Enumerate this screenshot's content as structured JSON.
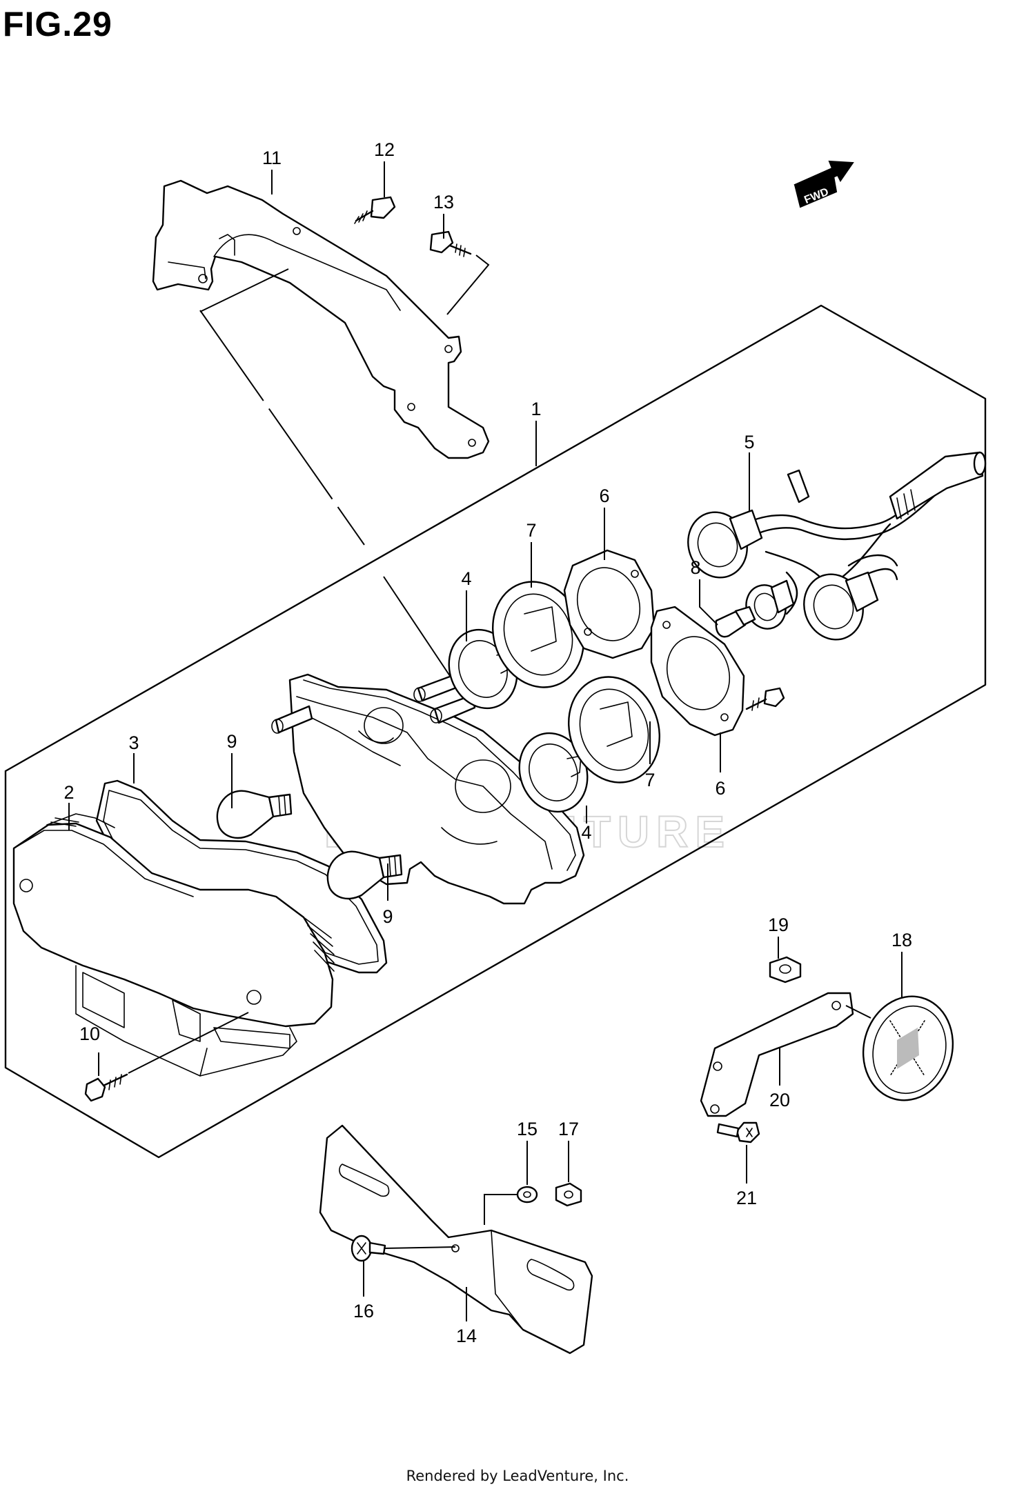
{
  "figure": {
    "title": "FIG.29",
    "fwd_label": "FWD",
    "watermark": "LEADVENTURE",
    "footer": "Rendered by LeadVenture, Inc."
  },
  "callouts": [
    "1",
    "2",
    "3",
    "4",
    "4",
    "5",
    "6",
    "6",
    "7",
    "7",
    "8",
    "9",
    "9",
    "10",
    "11",
    "12",
    "13",
    "14",
    "15",
    "16",
    "17",
    "18",
    "19",
    "20",
    "21"
  ]
}
